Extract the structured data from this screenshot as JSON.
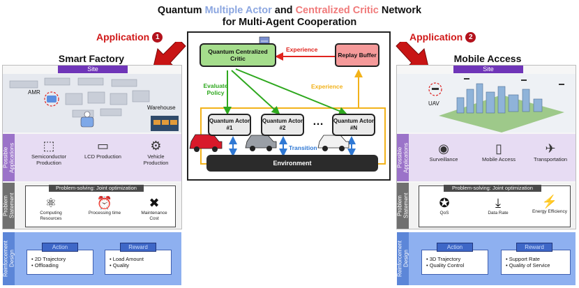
{
  "title": {
    "part1": "Quantum ",
    "part2": "Multiple Actor",
    "part3": " and ",
    "part4": "Centralized Critic",
    "part5": " Network",
    "line2": "for Multi-Agent Cooperation"
  },
  "left": {
    "app_label": "Application",
    "app_number": "1",
    "heading": "Smart Factory",
    "site": "Site",
    "scene_labels": {
      "amr": "AMR",
      "warehouse": "Warehouse"
    },
    "section_applications": "Possible Applications",
    "applications": [
      {
        "icon": "chip-icon",
        "label": "Semiconductor Production"
      },
      {
        "icon": "lcd-icon",
        "label": "LCD Production"
      },
      {
        "icon": "robot-arm-icon",
        "label": "Vehicle Production"
      }
    ],
    "section_problem": "Problem Statement",
    "problem_header": "Problem-solving: Joint optimization",
    "problems": [
      {
        "icon": "computing-icon",
        "label": "Computing Resources"
      },
      {
        "icon": "alarm-clock-icon",
        "label": "Processing time"
      },
      {
        "icon": "tools-icon",
        "label": "Maintenance Cost"
      }
    ],
    "section_rl": "Reinforcement Design",
    "action_title": "Action",
    "action_items": [
      "• 2D Trajectory",
      "• Offloading"
    ],
    "reward_title": "Reward",
    "reward_items": [
      "• Load Amount",
      "• Quality"
    ]
  },
  "right": {
    "app_label": "Application",
    "app_number": "2",
    "heading": "Mobile Access",
    "site": "Site",
    "scene_labels": {
      "uav": "UAV"
    },
    "section_applications": "Possible Applications",
    "applications": [
      {
        "icon": "camera-icon",
        "label": "Surveillance"
      },
      {
        "icon": "phone-icon",
        "label": "Mobile Access"
      },
      {
        "icon": "helicopter-icon",
        "label": "Transportation"
      }
    ],
    "section_problem": "Problem Statement",
    "problem_header": "Problem-solving: Joint optimization",
    "problems": [
      {
        "icon": "quality-badge-icon",
        "label": "QoS"
      },
      {
        "icon": "download-icon",
        "label": "Data Rate"
      },
      {
        "icon": "energy-icon",
        "label": "Energy Efficiency"
      }
    ],
    "section_rl": "Reinforcement Design",
    "action_title": "Action",
    "action_items": [
      "• 3D Trajectory",
      "• Quality Control"
    ],
    "reward_title": "Reward",
    "reward_items": [
      "• Support Rate",
      "• Quality of Service"
    ]
  },
  "center": {
    "critic": "Quantum Centralized Critic",
    "replay": "Replay Buffer",
    "experience_top": "Experience",
    "experience_right": "Experience",
    "evaluate": "Evaluate Policy",
    "actors": [
      "Quantum Actor #1",
      "Quantum Actor #2",
      "Quantum Actor #N"
    ],
    "dots": "…",
    "transition": "Transition",
    "environment": "Environment"
  },
  "colors": {
    "critic_green": "#a5dd8c",
    "replay_red": "#f59a9a",
    "experience_red": "#e0241e",
    "experience_orange": "#f2b21a",
    "policy_green": "#2ea81e",
    "transition_blue": "#2f78d4",
    "site_purple": "#6f35b8",
    "application_red": "#d01818"
  }
}
